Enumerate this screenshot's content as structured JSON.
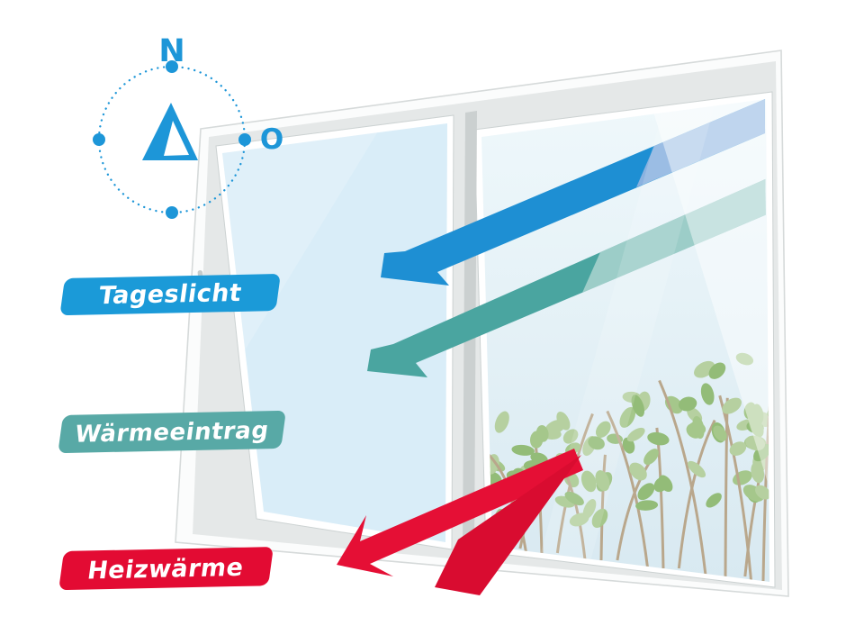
{
  "compass": {
    "north_label": "N",
    "east_label": "O",
    "color": "#1d96d8"
  },
  "legend": [
    {
      "id": "tageslicht",
      "label": "Tageslicht",
      "badge_color": "#1b9ad8",
      "arrow_color": "#1e8fd3",
      "outside_tint": "#8ab2e0"
    },
    {
      "id": "waermeeintrag",
      "label": "Wärmeeintrag",
      "badge_color": "#58a9a6",
      "arrow_color": "#4aa5a0",
      "outside_tint": "#9ccdc8"
    },
    {
      "id": "heizwaerme",
      "label": "Heizwärme",
      "badge_color": "#e30b33",
      "arrow_color": "#e50f35",
      "arrow_color_dark": "#d90c30"
    }
  ],
  "window": {
    "rim_color": "#fbfcfc",
    "frame_color": "#e5e8e8",
    "divider_color": "#cbd0d0",
    "glass_left_color": "#d9edf8",
    "glass_right_top": "#eff8fb",
    "glass_right_bottom": "#d8e9f1",
    "stem_color": "#b9a78c",
    "foliage_colors": [
      "#93bc78",
      "#a5c78b",
      "#b6d0a0"
    ]
  }
}
